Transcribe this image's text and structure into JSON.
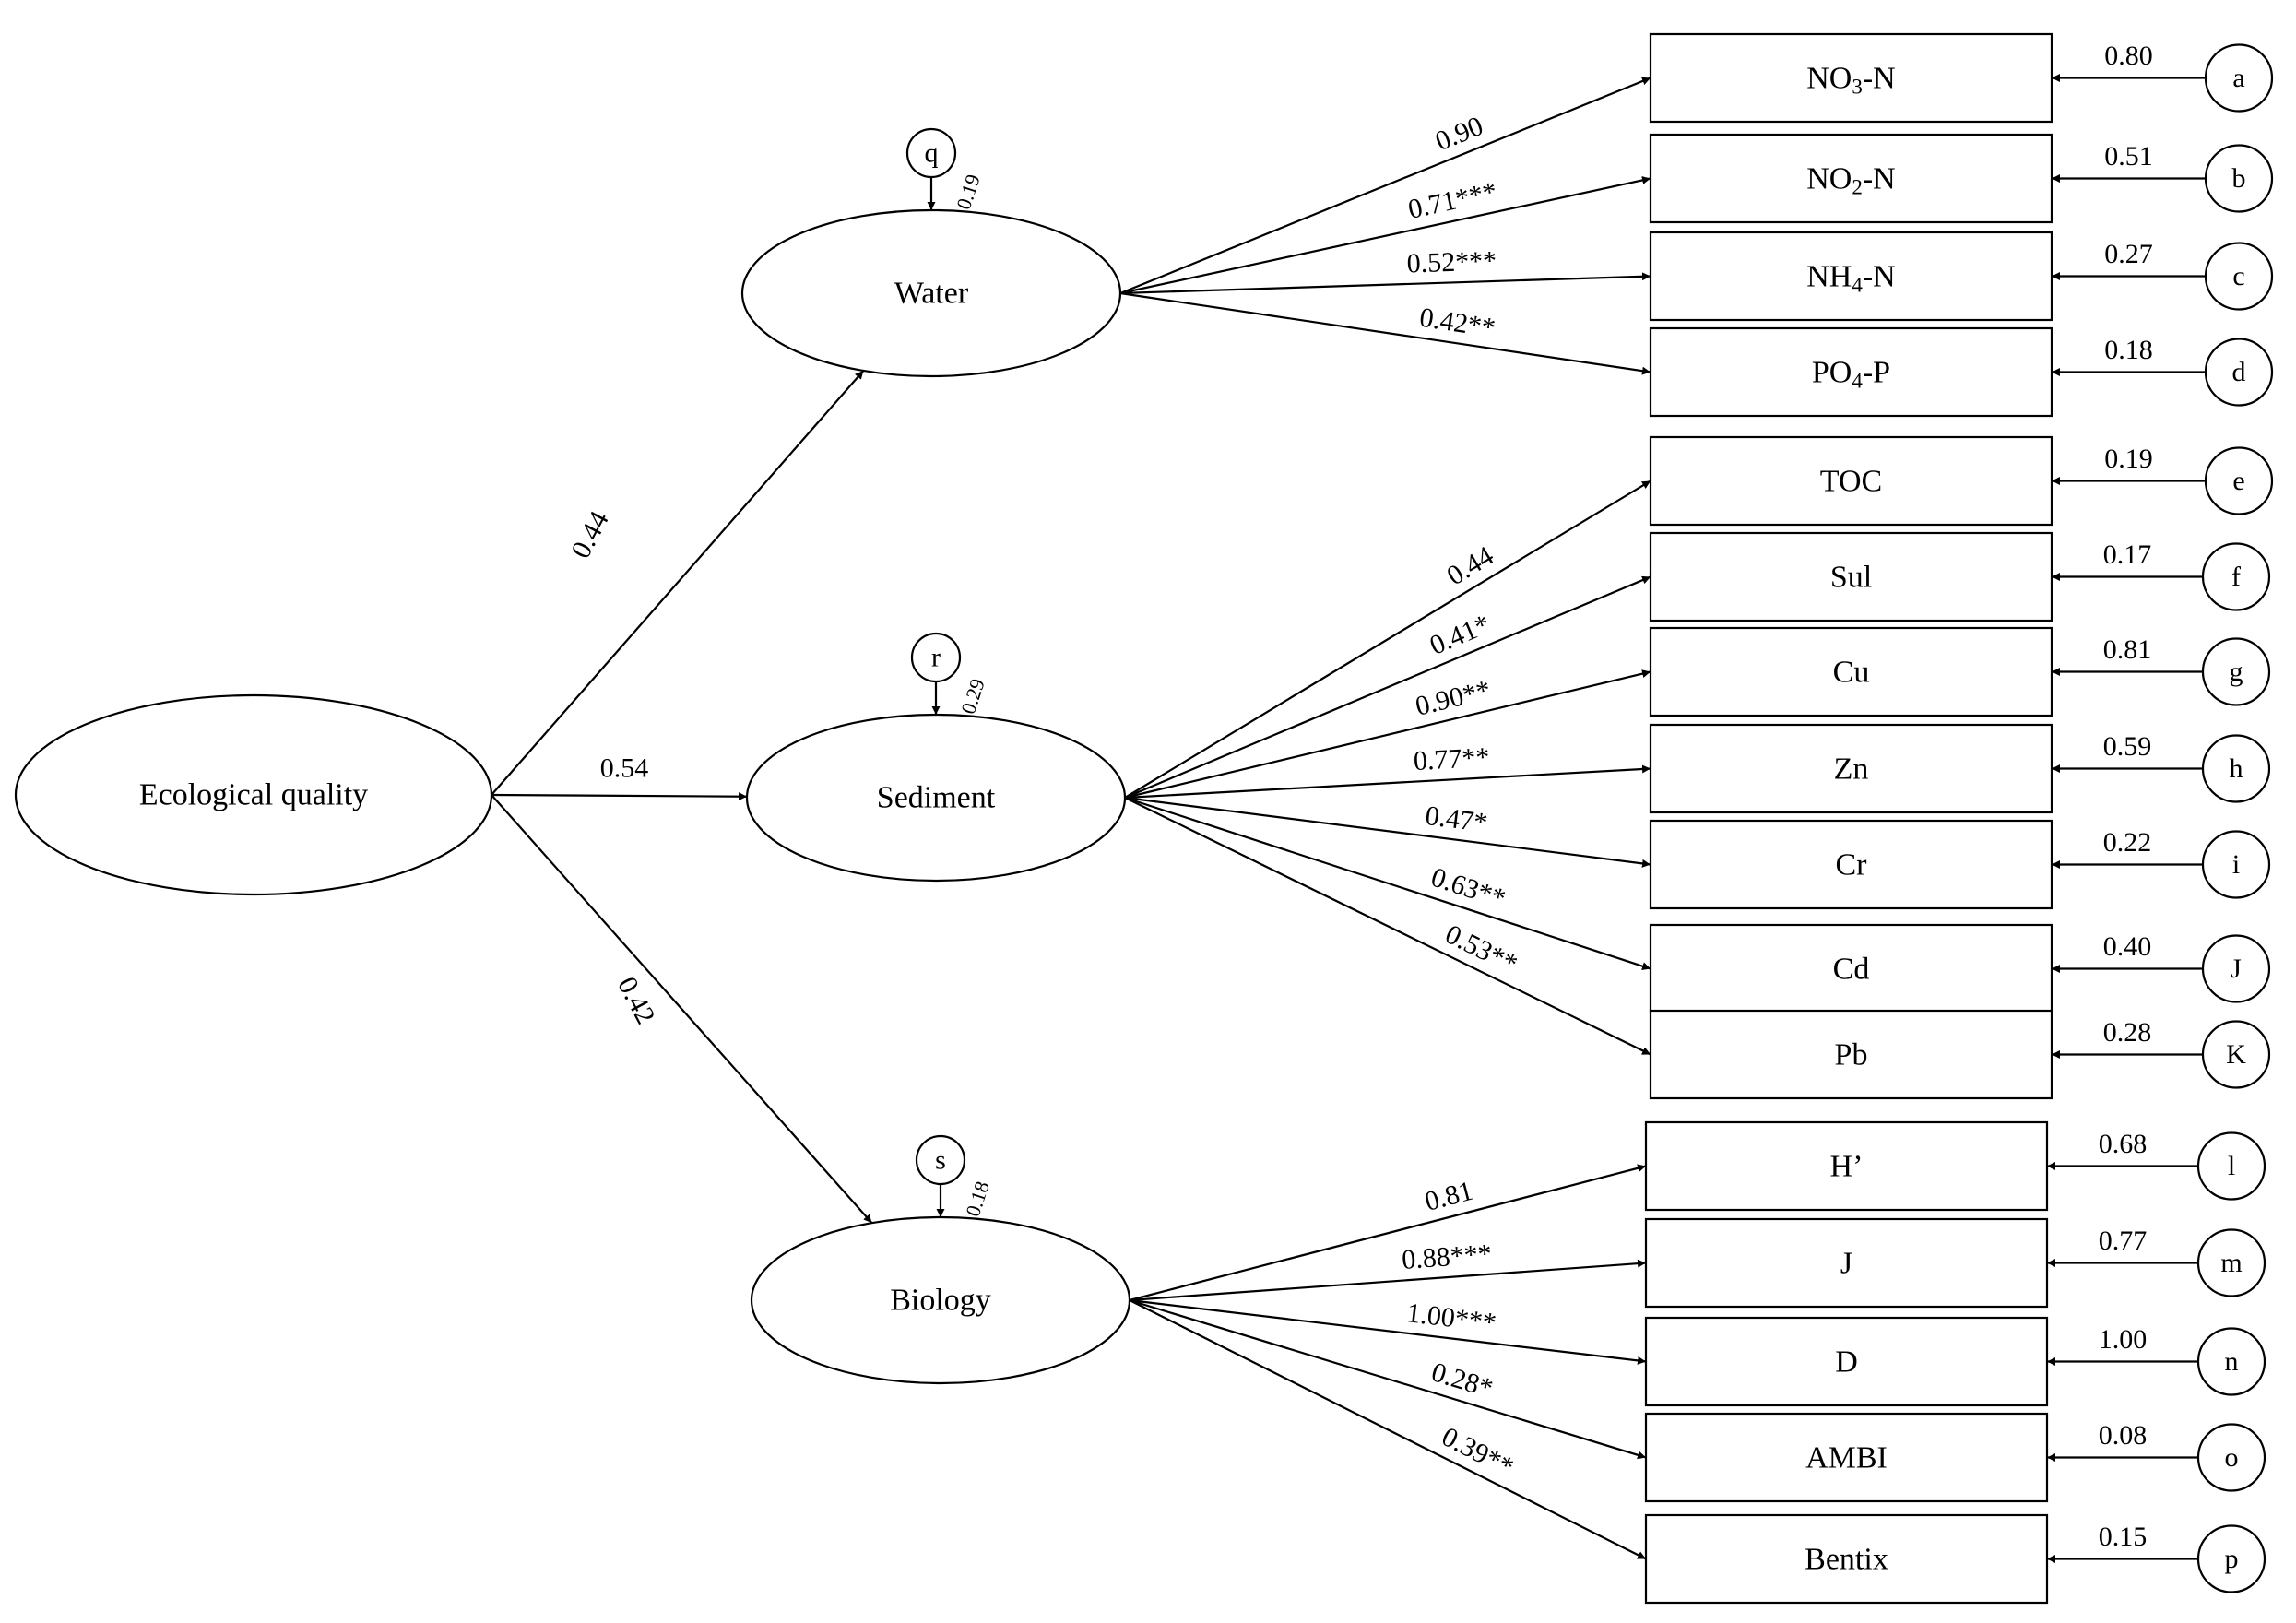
{
  "colors": {
    "ink": "#000000",
    "paper": "#ffffff"
  },
  "latents": [
    {
      "id": "eco",
      "label": "Ecological  quality"
    },
    {
      "id": "water",
      "label": "Water",
      "residual": {
        "letter": "q",
        "value": "0.19"
      }
    },
    {
      "id": "sediment",
      "label": "Sediment",
      "residual": {
        "letter": "r",
        "value": "0.29"
      }
    },
    {
      "id": "biology",
      "label": "Biology",
      "residual": {
        "letter": "s",
        "value": "0.18"
      }
    }
  ],
  "structural_paths": [
    {
      "from": "eco",
      "to": "water",
      "coef": "0.44"
    },
    {
      "from": "eco",
      "to": "sediment",
      "coef": "0.54"
    },
    {
      "from": "eco",
      "to": "biology",
      "coef": "0.42"
    }
  ],
  "indicators": [
    {
      "group": "water",
      "main": "NO",
      "sub": "3",
      "tail": "-N",
      "loading": "0.90",
      "error_letter": "a",
      "error_value": "0.80"
    },
    {
      "group": "water",
      "main": "NO",
      "sub": "2",
      "tail": "-N",
      "loading": "0.71***",
      "error_letter": "b",
      "error_value": "0.51"
    },
    {
      "group": "water",
      "main": "NH",
      "sub": "4",
      "tail": "-N",
      "loading": "0.52***",
      "error_letter": "c",
      "error_value": "0.27"
    },
    {
      "group": "water",
      "main": "PO",
      "sub": "4",
      "tail": "-P",
      "loading": "0.42**",
      "error_letter": "d",
      "error_value": "0.18"
    },
    {
      "group": "sediment",
      "main": "TOC",
      "loading": "0.44",
      "error_letter": "e",
      "error_value": "0.19"
    },
    {
      "group": "sediment",
      "main": "Sul",
      "loading": "0.41*",
      "error_letter": "f",
      "error_value": "0.17"
    },
    {
      "group": "sediment",
      "main": "Cu",
      "loading": "0.90**",
      "error_letter": "g",
      "error_value": "0.81"
    },
    {
      "group": "sediment",
      "main": "Zn",
      "loading": "0.77**",
      "error_letter": "h",
      "error_value": "0.59"
    },
    {
      "group": "sediment",
      "main": "Cr",
      "loading": "0.47*",
      "error_letter": "i",
      "error_value": "0.22"
    },
    {
      "group": "sediment",
      "main": "Cd",
      "loading": "0.63**",
      "error_letter": "J",
      "error_value": "0.40"
    },
    {
      "group": "sediment",
      "main": "Pb",
      "loading": "0.53**",
      "error_letter": "K",
      "error_value": "0.28"
    },
    {
      "group": "biology",
      "main": "H’",
      "loading": "0.81",
      "error_letter": "l",
      "error_value": "0.68"
    },
    {
      "group": "biology",
      "main": "J",
      "loading": "0.88***",
      "error_letter": "m",
      "error_value": "0.77"
    },
    {
      "group": "biology",
      "main": "D",
      "loading": "1.00***",
      "error_letter": "n",
      "error_value": "1.00"
    },
    {
      "group": "biology",
      "main": "AMBI",
      "loading": "0.28*",
      "error_letter": "o",
      "error_value": "0.08"
    },
    {
      "group": "biology",
      "main": "Bentix",
      "loading": "0.39**",
      "error_letter": "p",
      "error_value": "0.15"
    }
  ]
}
